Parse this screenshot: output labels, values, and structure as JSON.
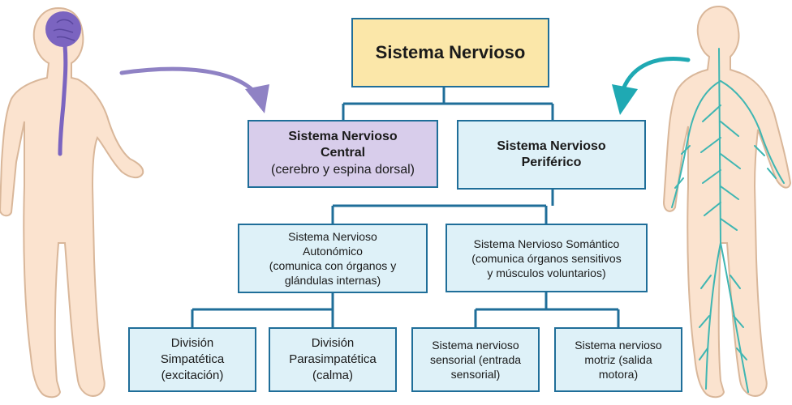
{
  "colors": {
    "connector": "#1f6e99",
    "root_fill": "#fbe7a9",
    "central_fill": "#d8cdeb",
    "peripheral_fill": "#def1f8",
    "purple_arrow": "#8f82c4",
    "teal_arrow": "#1fa9b3",
    "skin": "#fbe3cf",
    "skin_outline": "#d9b79a",
    "brain": "#7b64c0",
    "nerves": "#3fb6b2"
  },
  "icons": {
    "left_figure": "human-figure-central-nervous-system",
    "right_figure": "human-figure-peripheral-nerves",
    "left_arrow": "curved-arrow-purple",
    "right_arrow": "curved-arrow-teal"
  },
  "diagram": {
    "root": {
      "label": "Sistema Nervioso"
    },
    "central": {
      "title": "Sistema Nervioso\nCentral",
      "detail": "(cerebro y espina dorsal)"
    },
    "peripheral": {
      "title": "Sistema Nervioso\nPeriférico"
    },
    "autonomic": {
      "text": "Sistema Nervioso\nAutonómico\n(comunica con órganos y\nglándulas internas)"
    },
    "somatic": {
      "text": "Sistema Nervioso Somántico\n(comunica órganos sensitivos\ny músculos voluntarios)"
    },
    "sympathetic": {
      "text": "División\nSimpatética\n(excitación)"
    },
    "parasympathetic": {
      "text": "División\nParasimpatética\n(calma)"
    },
    "sensory": {
      "text": "Sistema nervioso\nsensorial (entrada\nsensorial)"
    },
    "motor": {
      "text": "Sistema nervioso\nmotriz (salida\nmotora)"
    }
  }
}
